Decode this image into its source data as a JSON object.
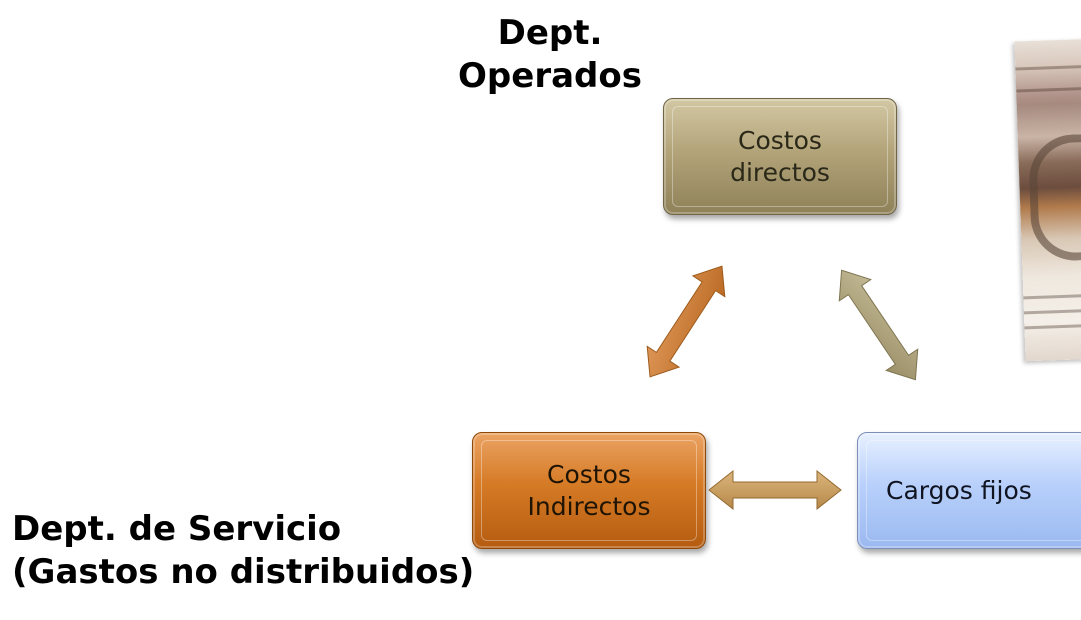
{
  "labels": {
    "top": [
      "Dept.",
      "Operados"
    ],
    "bottom": [
      "Dept. de Servicio",
      "(Gastos no distribuidos)"
    ]
  },
  "boxes": {
    "top": [
      "Costos",
      "directos"
    ],
    "left": [
      "Costos",
      "Indirectos"
    ],
    "right": [
      "Cargos fijos"
    ]
  },
  "colors": {
    "top_box": "#b3a47a",
    "left_box": "#d57a25",
    "right_box": "#b8d0fb",
    "arrow_orange": "#c67a34",
    "arrow_khaki": "#aa9f7a",
    "arrow_tan": "#c59a58"
  }
}
